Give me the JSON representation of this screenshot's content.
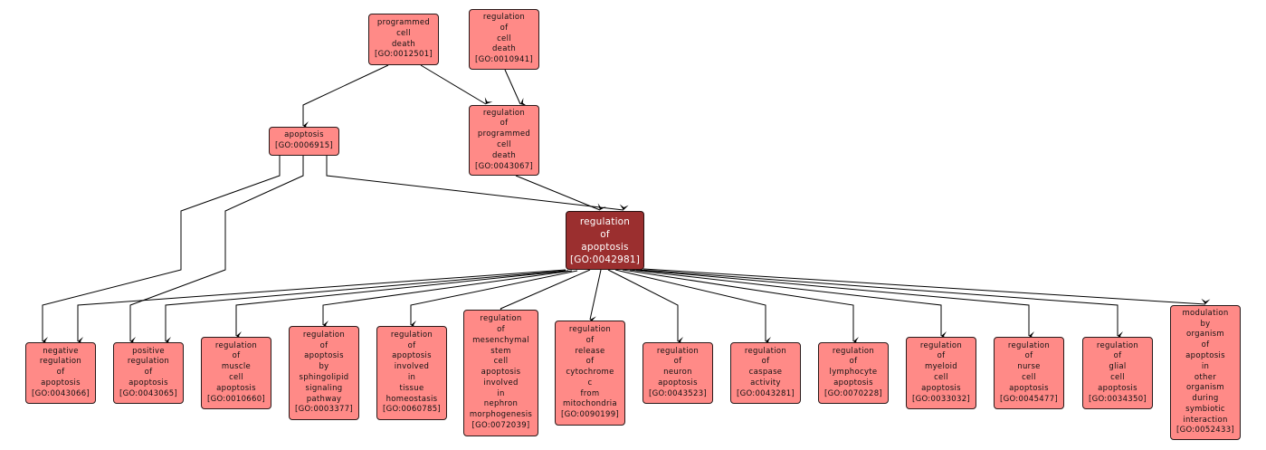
{
  "colors": {
    "node_fill": "#ff8a87",
    "focus_fill": "#9b2f2f",
    "edge": "#000000"
  },
  "nodes": [
    {
      "id": "GO:0012501",
      "lines": [
        "programmed",
        "cell",
        "death"
      ],
      "label": "[GO:0012501]"
    },
    {
      "id": "GO:0010941",
      "lines": [
        "regulation",
        "of",
        "cell",
        "death"
      ],
      "label": "[GO:0010941]"
    },
    {
      "id": "GO:0006915",
      "lines": [
        "apoptosis"
      ],
      "label": "[GO:0006915]"
    },
    {
      "id": "GO:0043067",
      "lines": [
        "regulation",
        "of",
        "programmed",
        "cell",
        "death"
      ],
      "label": "[GO:0043067]"
    },
    {
      "id": "GO:0042981",
      "lines": [
        "regulation",
        "of",
        "apoptosis"
      ],
      "label": "[GO:0042981]",
      "focus": true
    },
    {
      "id": "GO:0043066",
      "lines": [
        "negative",
        "regulation",
        "of",
        "apoptosis"
      ],
      "label": "[GO:0043066]"
    },
    {
      "id": "GO:0043065",
      "lines": [
        "positive",
        "regulation",
        "of",
        "apoptosis"
      ],
      "label": "[GO:0043065]"
    },
    {
      "id": "GO:0010660",
      "lines": [
        "regulation",
        "of",
        "muscle",
        "cell",
        "apoptosis"
      ],
      "label": "[GO:0010660]"
    },
    {
      "id": "GO:0003377",
      "lines": [
        "regulation",
        "of",
        "apoptosis",
        "by",
        "sphingolipid",
        "signaling",
        "pathway"
      ],
      "label": "[GO:0003377]"
    },
    {
      "id": "GO:0060785",
      "lines": [
        "regulation",
        "of",
        "apoptosis",
        "involved",
        "in",
        "tissue",
        "homeostasis"
      ],
      "label": "[GO:0060785]"
    },
    {
      "id": "GO:0072039",
      "lines": [
        "regulation",
        "of",
        "mesenchymal",
        "stem",
        "cell",
        "apoptosis",
        "involved",
        "in",
        "nephron",
        "morphogenesis"
      ],
      "label": "[GO:0072039]"
    },
    {
      "id": "GO:0090199",
      "lines": [
        "regulation",
        "of",
        "release",
        "of",
        "cytochrome",
        "c",
        "from",
        "mitochondria"
      ],
      "label": "[GO:0090199]"
    },
    {
      "id": "GO:0043523",
      "lines": [
        "regulation",
        "of",
        "neuron",
        "apoptosis"
      ],
      "label": "[GO:0043523]"
    },
    {
      "id": "GO:0043281",
      "lines": [
        "regulation",
        "of",
        "caspase",
        "activity"
      ],
      "label": "[GO:0043281]"
    },
    {
      "id": "GO:0070228",
      "lines": [
        "regulation",
        "of",
        "lymphocyte",
        "apoptosis"
      ],
      "label": "[GO:0070228]"
    },
    {
      "id": "GO:0033032",
      "lines": [
        "regulation",
        "of",
        "myeloid",
        "cell",
        "apoptosis"
      ],
      "label": "[GO:0033032]"
    },
    {
      "id": "GO:0045477",
      "lines": [
        "regulation",
        "of",
        "nurse",
        "cell",
        "apoptosis"
      ],
      "label": "[GO:0045477]"
    },
    {
      "id": "GO:0034350",
      "lines": [
        "regulation",
        "of",
        "glial",
        "cell",
        "apoptosis"
      ],
      "label": "[GO:0034350]"
    },
    {
      "id": "GO:0052433",
      "lines": [
        "modulation",
        "by",
        "organism",
        "of",
        "apoptosis",
        "in",
        "other",
        "organism",
        "during",
        "symbiotic",
        "interaction"
      ],
      "label": "[GO:0052433]"
    }
  ],
  "edges": [
    [
      "GO:0012501",
      "GO:0006915"
    ],
    [
      "GO:0012501",
      "GO:0043067"
    ],
    [
      "GO:0010941",
      "GO:0043067"
    ],
    [
      "GO:0006915",
      "GO:0042981"
    ],
    [
      "GO:0006915",
      "GO:0043066"
    ],
    [
      "GO:0006915",
      "GO:0043065"
    ],
    [
      "GO:0043067",
      "GO:0042981"
    ],
    [
      "GO:0042981",
      "GO:0043066"
    ],
    [
      "GO:0042981",
      "GO:0043065"
    ],
    [
      "GO:0042981",
      "GO:0010660"
    ],
    [
      "GO:0042981",
      "GO:0003377"
    ],
    [
      "GO:0042981",
      "GO:0060785"
    ],
    [
      "GO:0042981",
      "GO:0072039"
    ],
    [
      "GO:0042981",
      "GO:0090199"
    ],
    [
      "GO:0042981",
      "GO:0043523"
    ],
    [
      "GO:0042981",
      "GO:0043281"
    ],
    [
      "GO:0042981",
      "GO:0070228"
    ],
    [
      "GO:0042981",
      "GO:0033032"
    ],
    [
      "GO:0042981",
      "GO:0045477"
    ],
    [
      "GO:0042981",
      "GO:0034350"
    ],
    [
      "GO:0042981",
      "GO:0052433"
    ]
  ]
}
